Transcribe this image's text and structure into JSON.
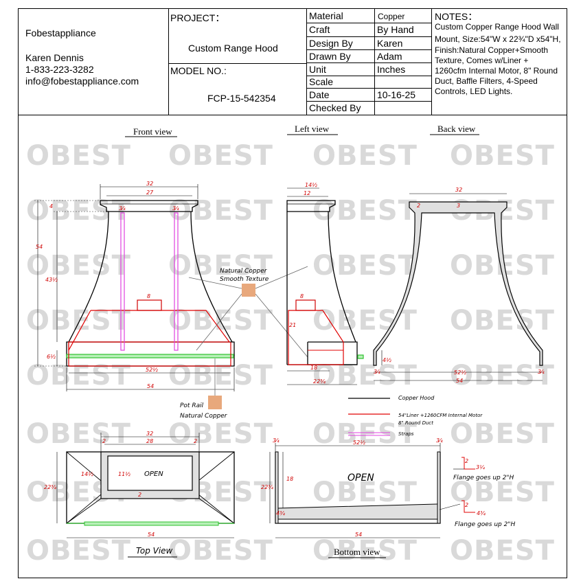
{
  "company": {
    "name": "Fobestappliance",
    "contact_name": "Karen Dennis",
    "phone": "1-833-223-3282",
    "email": "info@fobestappliance.com"
  },
  "project": {
    "label": "PROJECT：",
    "value": "Custom Range Hood",
    "model_label": "MODEL NO.:",
    "model_value": "FCP-15-542354"
  },
  "specs": [
    {
      "label": "Material",
      "value": "Copper"
    },
    {
      "label": "Craft",
      "value": "By Hand"
    },
    {
      "label": "Design By",
      "value": "Karen"
    },
    {
      "label": "Drawn By",
      "value": "Adam"
    },
    {
      "label": "Unit",
      "value": "Inches"
    },
    {
      "label": "Scale",
      "value": ""
    },
    {
      "label": "Date",
      "value": "10-16-25"
    },
    {
      "label": "Checked By",
      "value": ""
    }
  ],
  "notes": {
    "title": "NOTES：",
    "lines": [
      "Custom Copper Range Hood Wall",
      "Mount, Size:54\"W x 22¾\"D x54\"H,",
      "Finish:Natural Copper+Smooth",
      "Texture, Comes w/Liner +",
      "1260cfm Internal Motor, 8\" Round",
      "Duct, Baffle Filters, 4-Speed",
      "Controls, LED Lights."
    ]
  },
  "views": {
    "front": "Front view",
    "left": "Left view",
    "back": "Back view",
    "top": "Top View",
    "bottom": "Bottom view"
  },
  "watermark": "OBEST",
  "callouts": {
    "finish_line1": "Natural Copper",
    "finish_line2": "Smooth Texture",
    "rail_line1": "Pot Rail",
    "rail_line2": "Natural Copper",
    "open": "OPEN",
    "flange": "Flange goes up 2\"H"
  },
  "legend": [
    {
      "label": "Copper Hood",
      "color": "#000000"
    },
    {
      "label": "54\"Liner +1260CFM  Internal Motor",
      "label2": "8\" Round Duct",
      "color": "#e00000"
    },
    {
      "label": "Straps",
      "color": "#e040e0"
    }
  ],
  "dims": {
    "front_w32": "32",
    "front_w27": "27",
    "front_h4": "4",
    "front_h54": "54",
    "front_h43": "43½",
    "front_h6": "6½",
    "front_w52": "52½",
    "front_w54": "54",
    "front_strap1": "3⁄₄",
    "front_strap2": "3⁄₄",
    "front_duct": "8",
    "left_w14": "14½",
    "left_w12": "12",
    "left_h21": "21",
    "left_d18": "18",
    "left_d22": "22¾",
    "left_duct": "8",
    "back_w32": "32",
    "back_t2": "2",
    "back_t3": "3",
    "back_h4": "4½",
    "back_w52": "52½",
    "back_w54": "54",
    "back_e1": "3⁄₄",
    "back_e2": "3⁄₄",
    "top_w32": "32",
    "top_w28": "28",
    "top_h14": "14½",
    "top_h11": "11½",
    "top_d22": "22¾",
    "top_w54": "54",
    "top_2a": "2",
    "top_2b": "2",
    "top_2c": "2",
    "bot_d18": "18",
    "bot_d22": "22¾",
    "bot_w4": "4¾",
    "bot_w54": "54",
    "bot_e1": "3⁄₄",
    "bot_e2": "3⁄₄",
    "bot_w52": "52½",
    "fl_2a": "2",
    "fl_3a": "3¼",
    "fl_2b": "2",
    "fl_4": "4¾"
  }
}
